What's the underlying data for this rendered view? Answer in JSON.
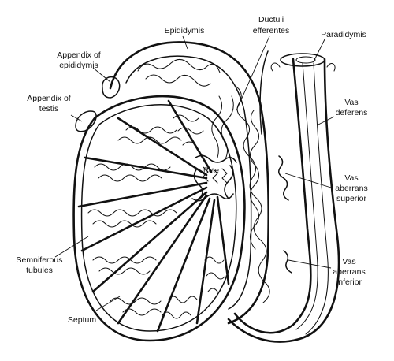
{
  "labels": {
    "epididymis": "Epididymis",
    "ductuli_efferentes_1": "Ductuli",
    "ductuli_efferentes_2": "efferentes",
    "paradidymis": "Paradidymis",
    "appendix_epididymis_1": "Appendix of",
    "appendix_epididymis_2": "epididymis",
    "appendix_testis_1": "Appendix of",
    "appendix_testis_2": "testis",
    "vas_deferens_1": "Vas",
    "vas_deferens_2": "deferens",
    "rete": "Rete",
    "vas_aberrans_superior_1": "Vas",
    "vas_aberrans_superior_2": "aberrans",
    "vas_aberrans_superior_3": "superior",
    "seminiferous_1": "Semniferous",
    "seminiferous_2": "tubules",
    "vas_aberrans_inferior_1": "Vas",
    "vas_aberrans_inferior_2": "aberrans",
    "vas_aberrans_inferior_3": "inferior",
    "septum": "Septum"
  },
  "colors": {
    "ink": "#111111",
    "background": "#ffffff"
  }
}
